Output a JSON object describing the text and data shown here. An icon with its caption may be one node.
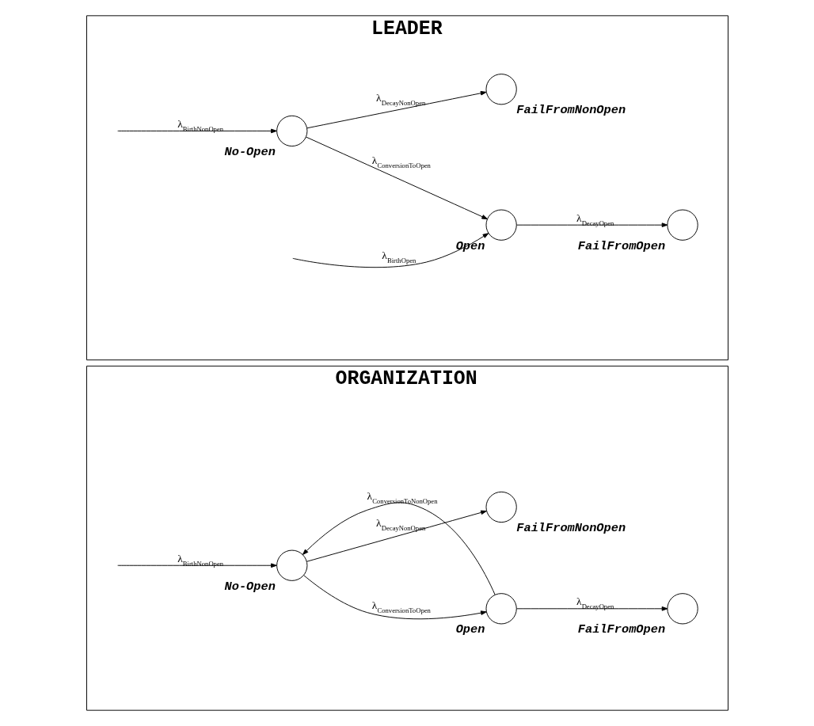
{
  "diagram": {
    "nodes": [
      {
        "text": [
          "ORGANIZATION"
        ]
      },
      {
        "text": [],
        "shape": "circle",
        "beside": [
          "No-Open"
        ],
        "in": 0
      },
      {
        "text": [],
        "shape": "circle",
        "beside": [
          "Open"
        ],
        "in": 0
      },
      {
        "text": [],
        "shape": "circle",
        "beside": [
          "FailFromOpen"
        ],
        "in": 0
      },
      {
        "text": [],
        "shape": "circle",
        "beside": [
          "FailFromNonOpen"
        ],
        "in": 0
      },
      {
        "text": [
          "LEADER"
        ]
      },
      {
        "text": [],
        "shape": "circle",
        "beside": [
          "No-Open"
        ],
        "in": 5
      },
      {
        "text": [],
        "shape": "circle",
        "beside": [
          "Open"
        ],
        "in": 5
      },
      {
        "text": [],
        "shape": "circle",
        "beside": [
          "FailFromOpen"
        ],
        "in": 5
      },
      {
        "text": [],
        "shape": "circle",
        "beside": [
          "FailFromNonOpen"
        ],
        "in": 5
      }
    ],
    "edges": [
      {
        "from": null,
        "to": 1,
        "arrow": "to",
        "label": "λ$_{BirthNonOpen}$"
      },
      {
        "from": 1,
        "to": 2,
        "arrow": "to",
        "label": "λ$_{ConversionToOpen}$"
      },
      {
        "from": 2,
        "to": 3,
        "arrow": "to",
        "label": "λ$_{DecayOpen}$"
      },
      {
        "from": 2,
        "to": 1,
        "arrow": "to",
        "label": "λ$_{ConversionToNonOpen}$"
      },
      {
        "from": 1,
        "to": 4,
        "arrow": "to",
        "label": "λ$_{DecayNonOpen}$"
      },
      {
        "from": null,
        "to": 6,
        "arrow": "to",
        "label": "λ$_{BirthNonOpen}$"
      },
      {
        "from": 6,
        "to": 7,
        "arrow": "to",
        "label": "λ$_{ConversionToOpen}$"
      },
      {
        "from": null,
        "to": 7,
        "arrow": "to",
        "label": "λ$_{BirthOpen}$"
      },
      {
        "from": 7,
        "to": 8,
        "arrow": "to",
        "label": "λ$_{DecayOpen}$"
      },
      {
        "from": 6,
        "to": 9,
        "arrow": "to",
        "label": "λ$_{DecayNonOpen}$"
      }
    ]
  }
}
